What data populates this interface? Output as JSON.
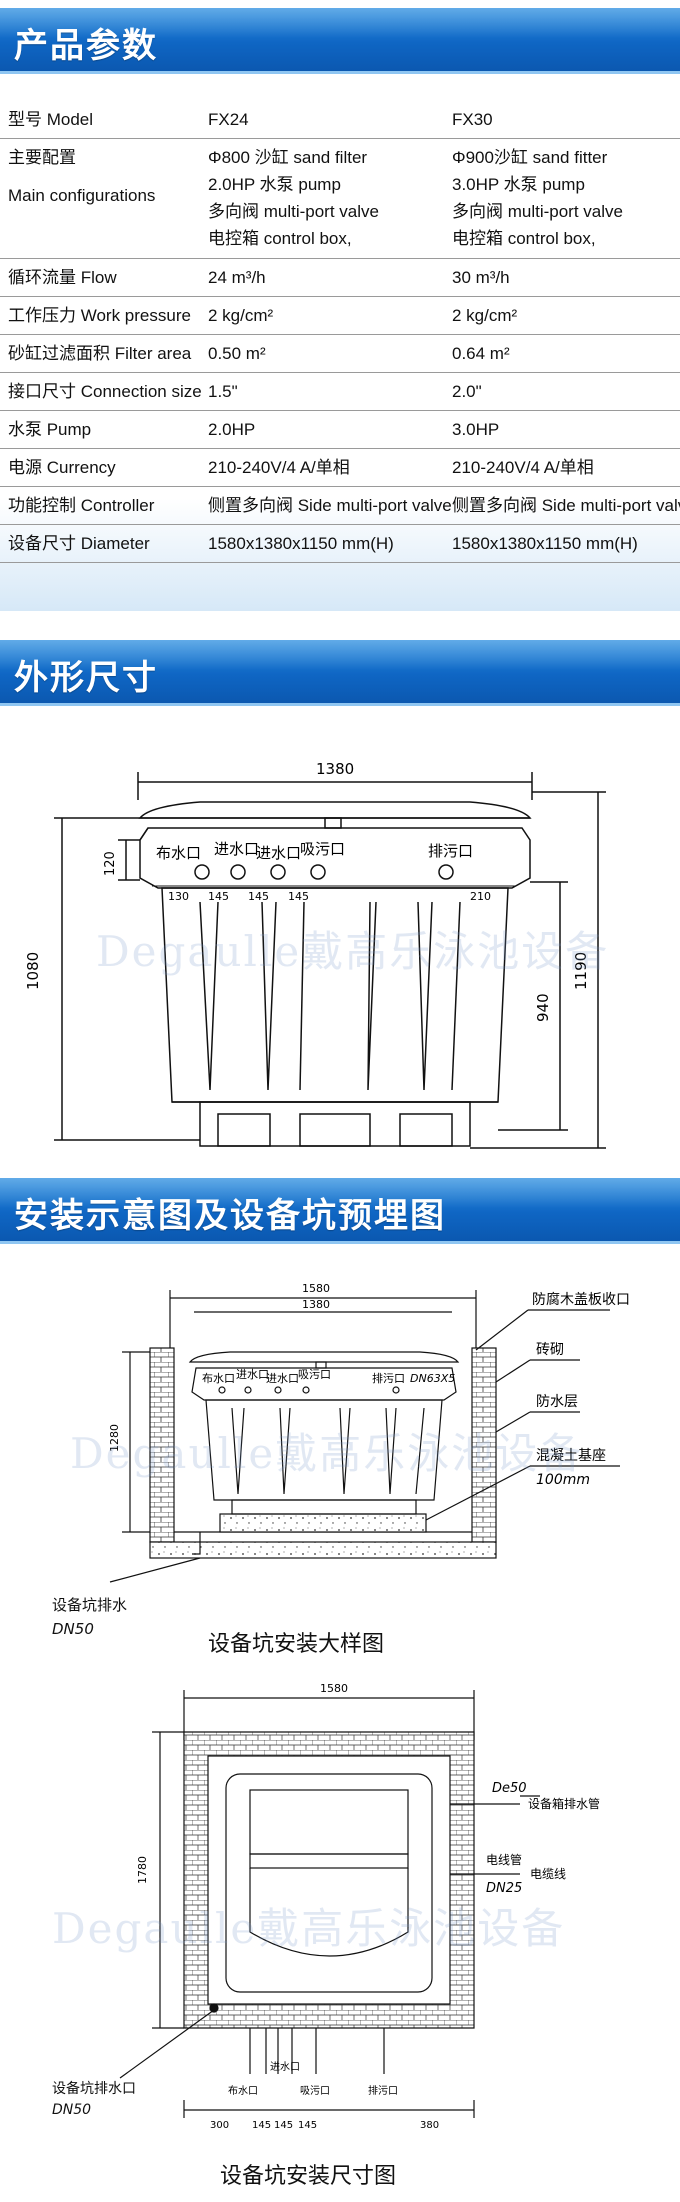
{
  "sections": {
    "params_title": "产品参数",
    "outline_title": "外形尺寸",
    "install_title": "安装示意图及设备坑预埋图"
  },
  "spec_table": {
    "rows": [
      {
        "label": "型号 Model",
        "a": [
          "FX24"
        ],
        "b": [
          "FX30"
        ]
      },
      {
        "label": "主要配置",
        "label2": "Main configurations",
        "a": [
          "Φ800 沙缸 sand filter",
          "2.0HP 水泵 pump",
          "多向阀 multi-port valve",
          "电控箱 control box,"
        ],
        "b": [
          "Φ900沙缸 sand fitter",
          "3.0HP 水泵 pump",
          "多向阀 multi-port valve",
          "电控箱 control box,"
        ]
      },
      {
        "label": "循环流量 Flow",
        "a": [
          "24 m³/h"
        ],
        "b": [
          "30 m³/h"
        ]
      },
      {
        "label": "工作压力 Work pressure",
        "a": [
          "2 kg/cm²"
        ],
        "b": [
          "2 kg/cm²"
        ]
      },
      {
        "label": "砂缸过滤面积 Filter area",
        "a": [
          "0.50 m²"
        ],
        "b": [
          "0.64 m²"
        ]
      },
      {
        "label": "接口尺寸 Connection size",
        "a": [
          "1.5\""
        ],
        "b": [
          "2.0\""
        ]
      },
      {
        "label": "水泵 Pump",
        "a": [
          "2.0HP"
        ],
        "b": [
          "3.0HP"
        ]
      },
      {
        "label": "电源 Currency",
        "a": [
          "210-240V/4  A/单相"
        ],
        "b": [
          "210-240V/4  A/单相"
        ]
      },
      {
        "label": "功能控制 Controller",
        "a": [
          "侧置多向阀 Side multi-port valve"
        ],
        "b": [
          "侧置多向阀 Side multi-port valve"
        ]
      },
      {
        "label": "设备尺寸 Diameter",
        "a": [
          "1580x1380x1150 mm(H)"
        ],
        "b": [
          "1580x1380x1150 mm(H)"
        ]
      }
    ]
  },
  "outline": {
    "dim_top": "1380",
    "dim_left": "1080",
    "dim_120": "120",
    "dim_940": "940",
    "dim_1190": "1190",
    "ports": [
      "布水口",
      "进水口",
      "进水口",
      "吸污口",
      "排污口"
    ],
    "spacing": [
      "130",
      "145",
      "145",
      "145",
      "210"
    ]
  },
  "install": {
    "dim_1580": "1580",
    "dim_1380": "1380",
    "dim_1280": "1280",
    "ports": [
      "布水口",
      "进水口",
      "进水口",
      "吸污口",
      "排污口"
    ],
    "pipe": "DN63X5",
    "labels": [
      "防腐木盖板收口",
      "砖砌",
      "防水层",
      "混凝土基座",
      "100mm"
    ],
    "drain_label": "设备坑排水",
    "drain_size": "DN50",
    "caption": "设备坑安装大样图"
  },
  "plan": {
    "dim_1580": "1580",
    "dim_1780": "1780",
    "right_labels": [
      "De50",
      "设备箱排水管",
      "电线管",
      "DN25",
      "电缆线"
    ],
    "drain_label": "设备坑排水口",
    "drain_size": "DN50",
    "bottom_ports": [
      "布水口",
      "进水口",
      "吸污口",
      "排污口"
    ],
    "bottom_dims": [
      "300",
      "145",
      "145",
      "145",
      "380"
    ],
    "caption": "设备坑安装尺寸图"
  },
  "watermark": "Degaulle戴高乐泳池设备",
  "colors": {
    "banner": "#0f66c4",
    "banner_light": "#2c8fe0"
  }
}
